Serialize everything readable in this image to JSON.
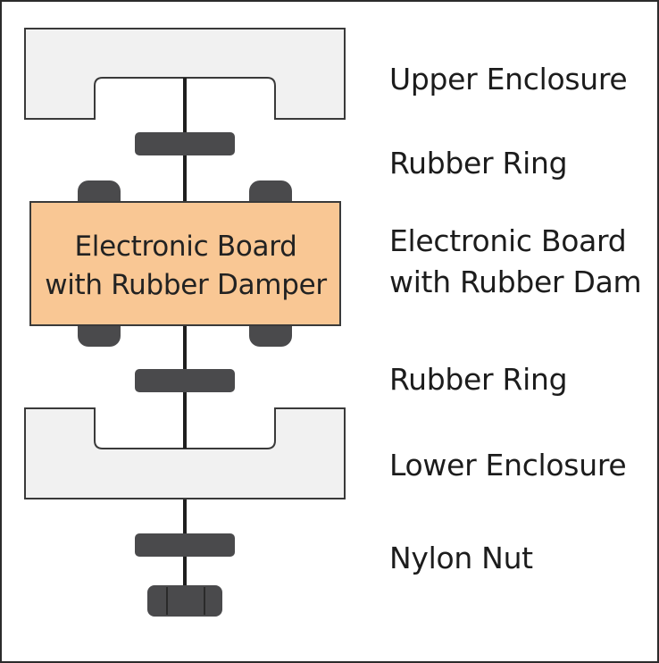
{
  "colors": {
    "enclosure_fill": "#f1f1f1",
    "outline": "#3a3a3a",
    "dark_part": "#4a4a4c",
    "board_fill": "#f9c794",
    "axis": "#1e1e1e"
  },
  "board": {
    "line1": "Electronic Board",
    "line2": "with Rubber Damper"
  },
  "labels": {
    "upper_enclosure": "Upper Enclosure",
    "rubber_ring_top": "Rubber Ring",
    "board_line1": "Electronic Board",
    "board_line2": "with Rubber Dam",
    "rubber_ring_bottom": "Rubber Ring",
    "lower_enclosure": "Lower Enclosure",
    "nylon_nut": "Nylon Nut"
  }
}
